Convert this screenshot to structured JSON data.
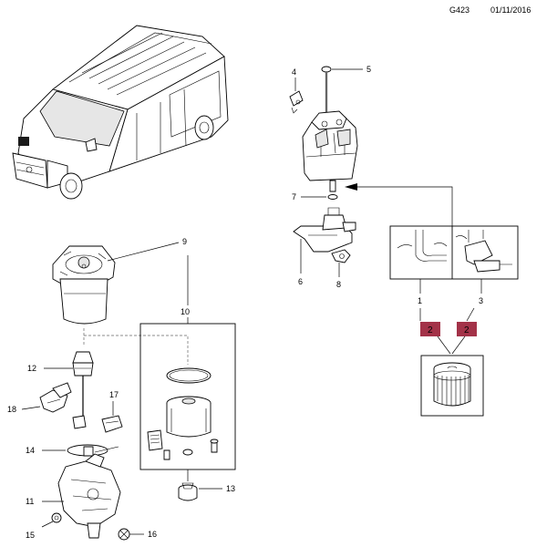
{
  "header": {
    "code": "G423",
    "date": "01/11/2016"
  },
  "callouts": {
    "c1": "1",
    "c2a": "2",
    "c2b": "2",
    "c3": "3",
    "c4": "4",
    "c5": "5",
    "c6": "6",
    "c7": "7",
    "c8": "8",
    "c9": "9",
    "c10": "10",
    "c11": "11",
    "c12": "12",
    "c13": "13",
    "c14": "14",
    "c15": "15",
    "c16": "16",
    "c17": "17",
    "c18": "18"
  },
  "colors": {
    "badge": "#a33248",
    "ink": "#000000",
    "highlight": "#1a1a1a"
  },
  "icons": {
    "vehicle": "van-icon",
    "filter_head": "filter-head-icon",
    "filter_element": "filter-element-icon"
  }
}
